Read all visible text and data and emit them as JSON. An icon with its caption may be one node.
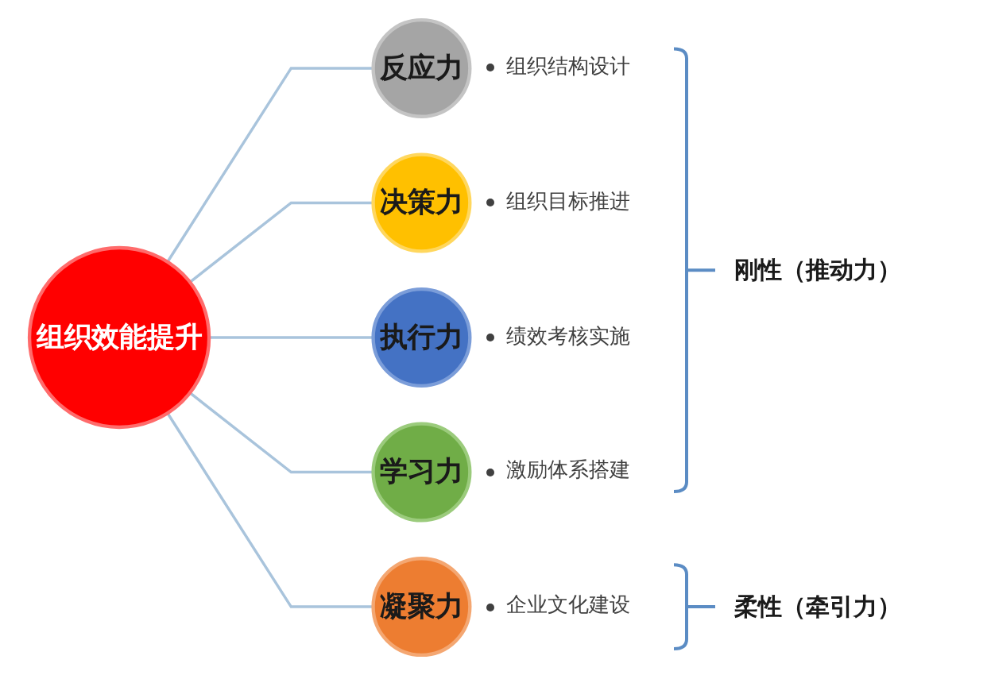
{
  "diagram": {
    "nodes": [
      {
        "text": [
          "组织效能提升"
        ]
      },
      {
        "text": [
          "反应力"
        ],
        "beside": [
          "组织结构设计"
        ]
      },
      {
        "text": [
          "决策力"
        ],
        "beside": [
          "组织目标推进"
        ]
      },
      {
        "text": [
          "执行力"
        ],
        "beside": [
          "绩效考核实施"
        ]
      },
      {
        "text": [
          "学习力"
        ],
        "beside": [
          "激励体系搭建"
        ]
      },
      {
        "text": [
          "凝聚力"
        ],
        "beside": [
          "企业文化建设"
        ]
      }
    ],
    "edges": [
      {
        "from": 0,
        "to": 1,
        "arrow": "none"
      },
      {
        "from": 0,
        "to": 2,
        "arrow": "none"
      },
      {
        "from": 0,
        "to": 3,
        "arrow": "none"
      },
      {
        "from": 0,
        "to": 4,
        "arrow": "none"
      },
      {
        "from": 0,
        "to": 5,
        "arrow": "none"
      }
    ],
    "labels": [
      "刚性（推动力）",
      "柔性（牵引力）"
    ]
  }
}
